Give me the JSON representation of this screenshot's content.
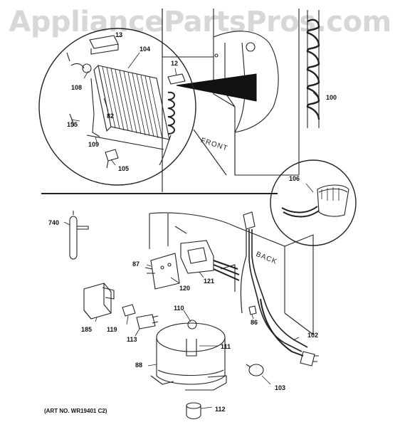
{
  "watermark": "AppliancePartsPros.com",
  "art_number": "(ART NO. WR19401 C2)",
  "orientation": {
    "front": "FRONT",
    "back": "BACK"
  },
  "callouts": [
    {
      "id": "13",
      "label": "13"
    },
    {
      "id": "104",
      "label": "104"
    },
    {
      "id": "12",
      "label": "12"
    },
    {
      "id": "108",
      "label": "108"
    },
    {
      "id": "82",
      "label": "82"
    },
    {
      "id": "155",
      "label": "155"
    },
    {
      "id": "109",
      "label": "109"
    },
    {
      "id": "105",
      "label": "105"
    },
    {
      "id": "100",
      "label": "100"
    },
    {
      "id": "106",
      "label": "106"
    },
    {
      "id": "740",
      "label": "740"
    },
    {
      "id": "87",
      "label": "87"
    },
    {
      "id": "121",
      "label": "121"
    },
    {
      "id": "120",
      "label": "120"
    },
    {
      "id": "110",
      "label": "110"
    },
    {
      "id": "86",
      "label": "86"
    },
    {
      "id": "185",
      "label": "185"
    },
    {
      "id": "119",
      "label": "119"
    },
    {
      "id": "113",
      "label": "113"
    },
    {
      "id": "111",
      "label": "111"
    },
    {
      "id": "102",
      "label": "102"
    },
    {
      "id": "88",
      "label": "88"
    },
    {
      "id": "103",
      "label": "103"
    },
    {
      "id": "112",
      "label": "112"
    }
  ]
}
